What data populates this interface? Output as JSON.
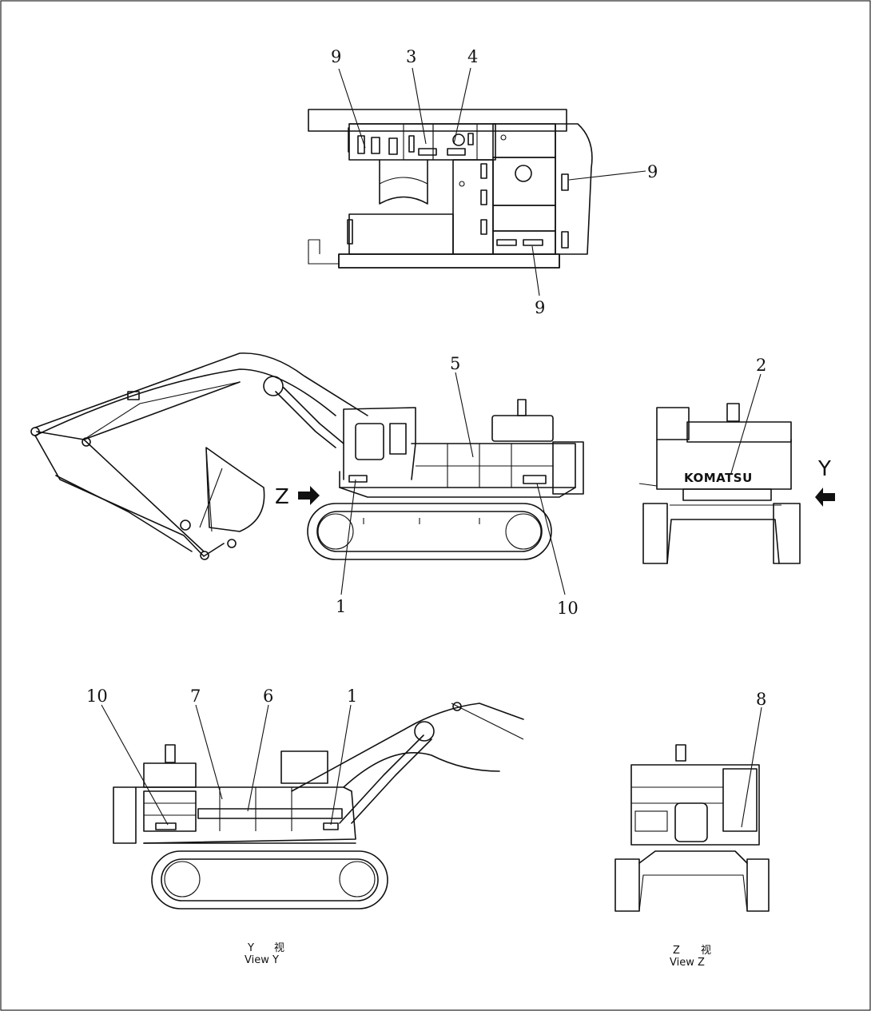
{
  "callouts": {
    "top_view": [
      "9",
      "3",
      "4",
      "9",
      "9"
    ],
    "side_view": [
      "5",
      "1",
      "10"
    ],
    "rear_view": [
      "2"
    ],
    "view_y": [
      "10",
      "7",
      "6",
      "1"
    ],
    "view_z": [
      "8"
    ]
  },
  "arrows": {
    "z": "Z",
    "y": "Y"
  },
  "brand_plate": "KOMATSU",
  "captions": {
    "view_y_line1": "Y",
    "view_y_glyph": "视",
    "view_y_line2": "View Y",
    "view_z_line1": "Z",
    "view_z_glyph": "视",
    "view_z_line2": "View Z"
  }
}
